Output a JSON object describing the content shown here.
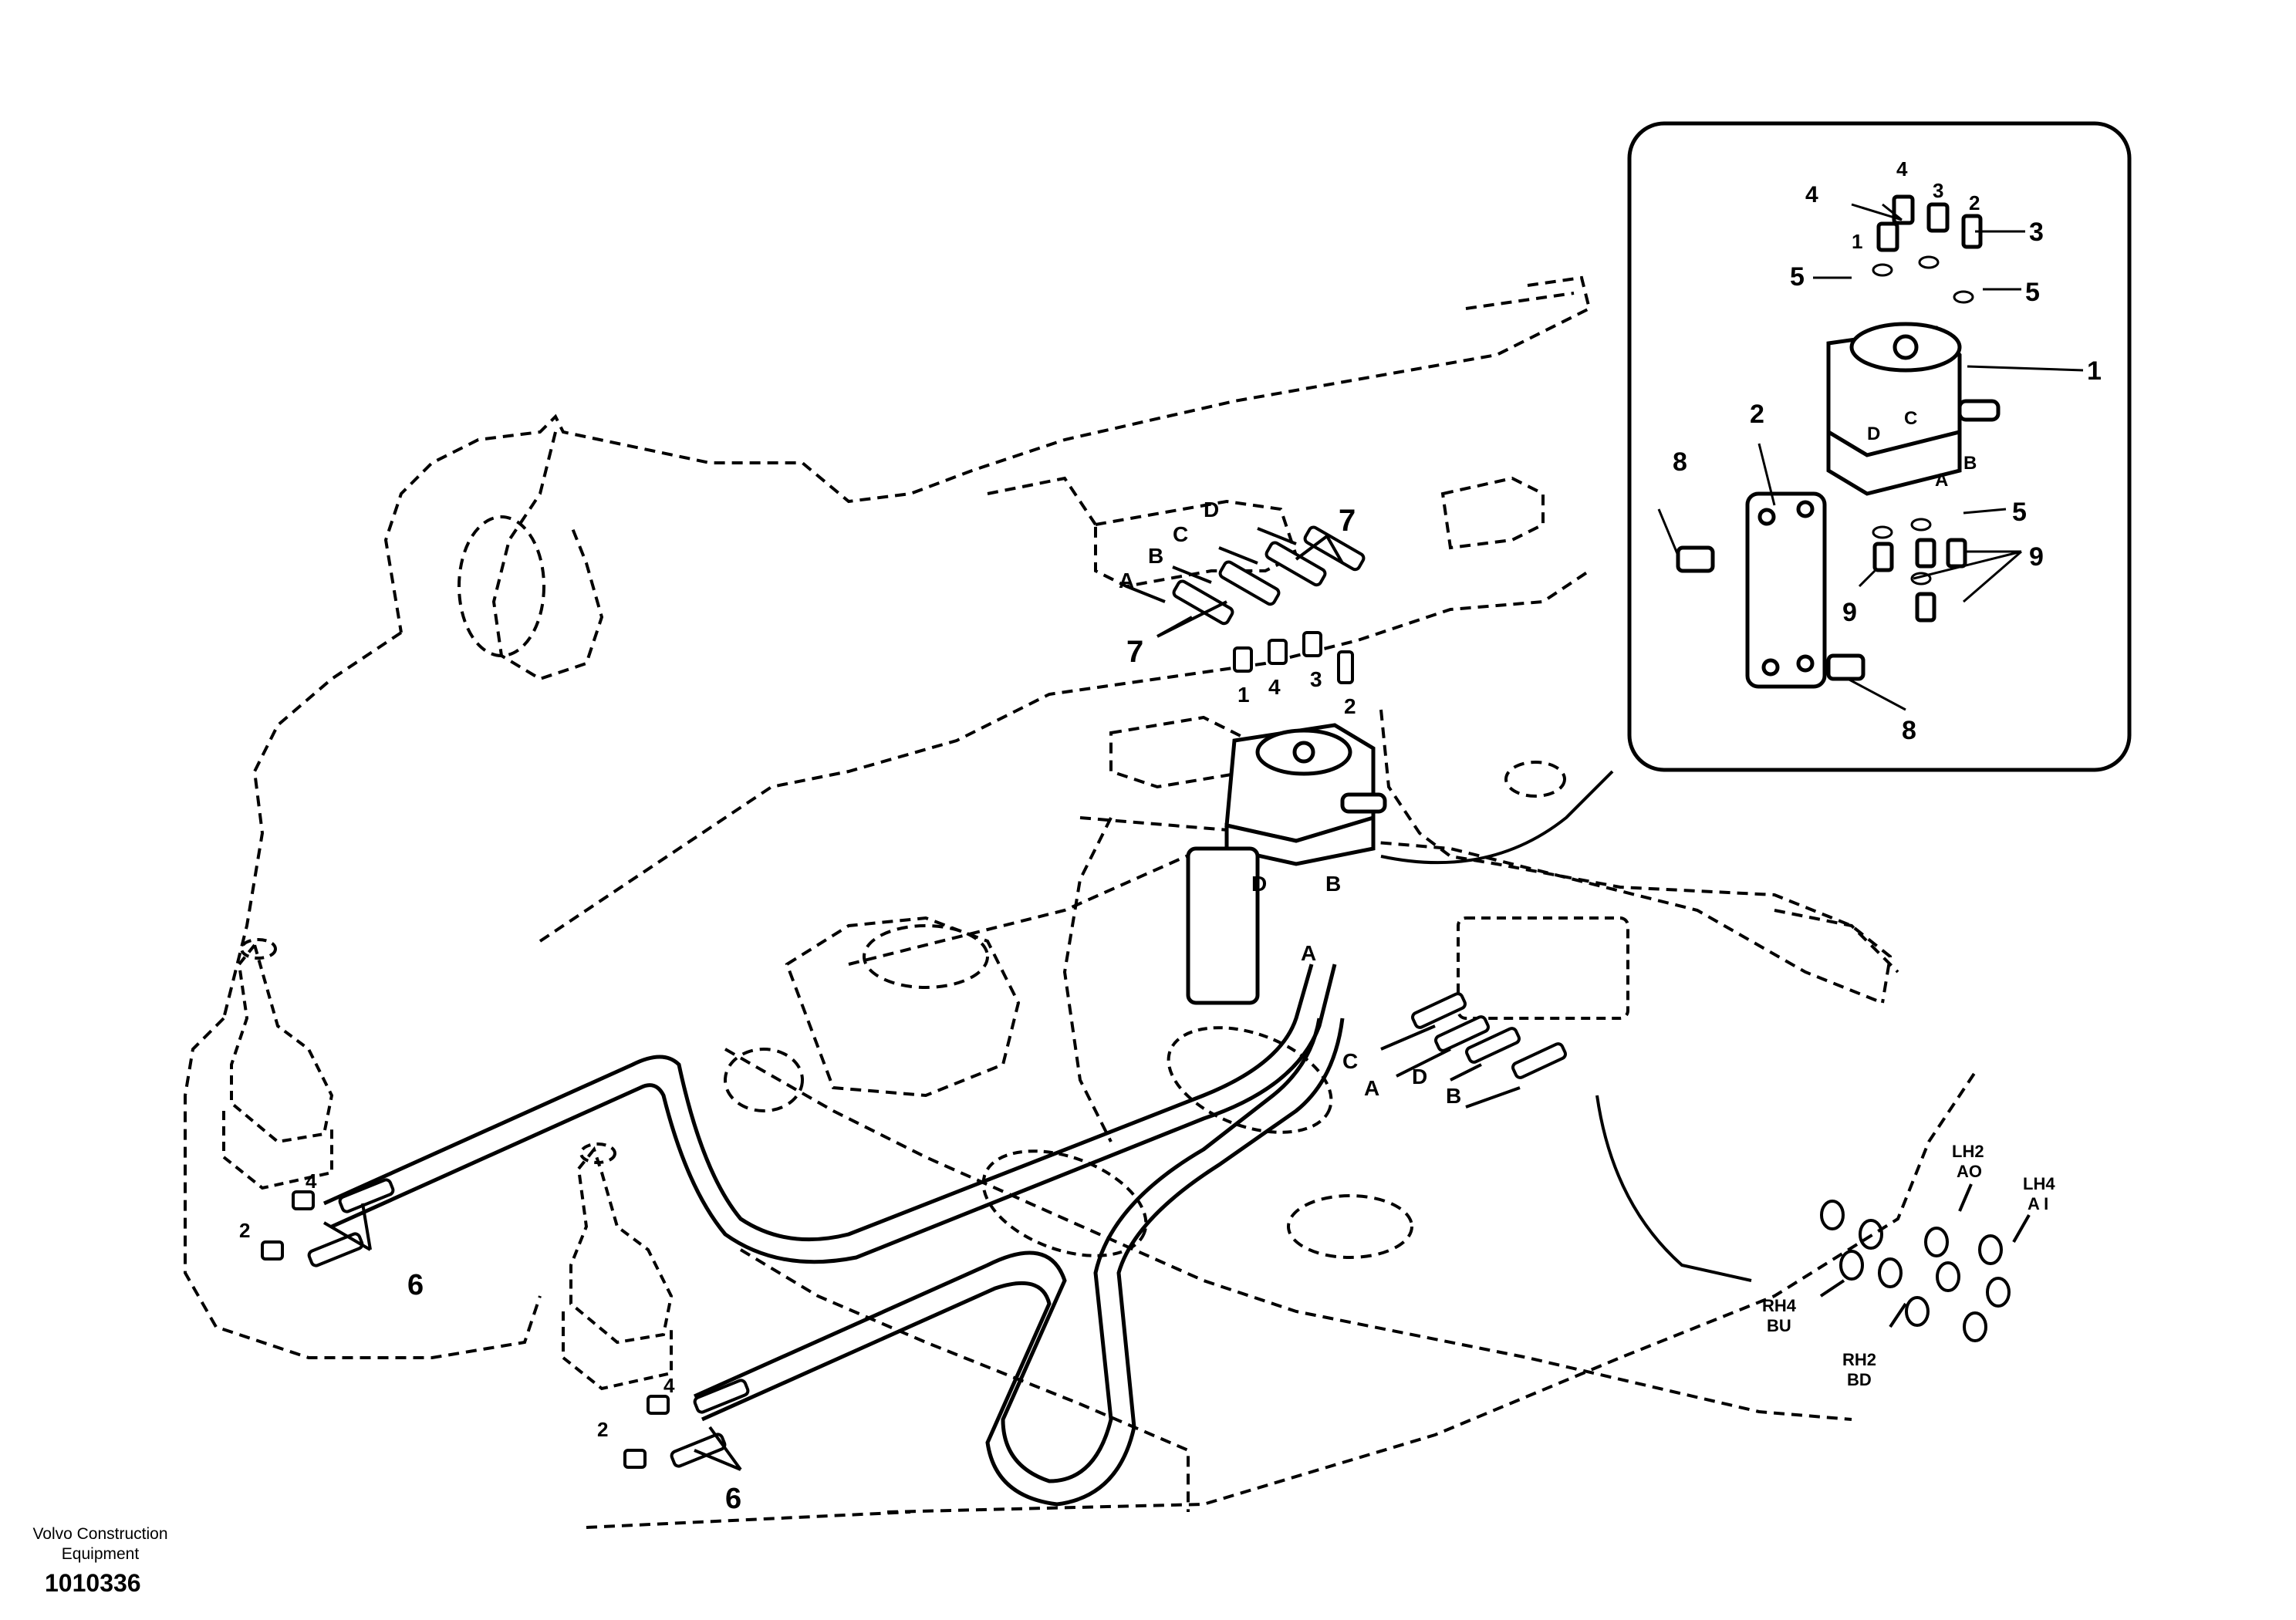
{
  "footer": {
    "brand_line1": "Volvo Construction",
    "brand_line2": "Equipment",
    "figure_number": "1010336"
  },
  "callouts": {
    "main": {
      "c7a": "7",
      "c7b": "7",
      "d": "D",
      "c": "C",
      "b": "B",
      "a": "A",
      "p1": "1",
      "p4": "4",
      "p3": "3",
      "p2": "2",
      "mD": "D",
      "mB": "B",
      "mA": "A",
      "hC": "C",
      "hA": "A",
      "hD": "D",
      "hB": "B",
      "j1_4": "4",
      "j1_2": "2",
      "j1_6": "6",
      "j2_4": "4",
      "j2_2": "2",
      "j2_6": "6"
    },
    "inset": {
      "t4": "4",
      "s4": "4",
      "s1": "1",
      "s3": "3",
      "s2": "2",
      "r3": "3",
      "l5": "5",
      "r5": "5",
      "one": "1",
      "two": "2",
      "c": "C",
      "d": "D",
      "b": "B",
      "a": "A",
      "eight_a": "8",
      "five_b": "5",
      "nine_a": "9",
      "nine_b": "9",
      "eight_b": "8"
    },
    "ports": {
      "lh2": "LH2",
      "ao": "AO",
      "lh4": "LH4",
      "ai": "A I",
      "rh4": "RH4",
      "bu": "BU",
      "rh2": "RH2",
      "bd": "BD"
    }
  },
  "icons": {
    "control_valve": "remote-control-valve-icon",
    "joystick": "joystick-icon"
  }
}
